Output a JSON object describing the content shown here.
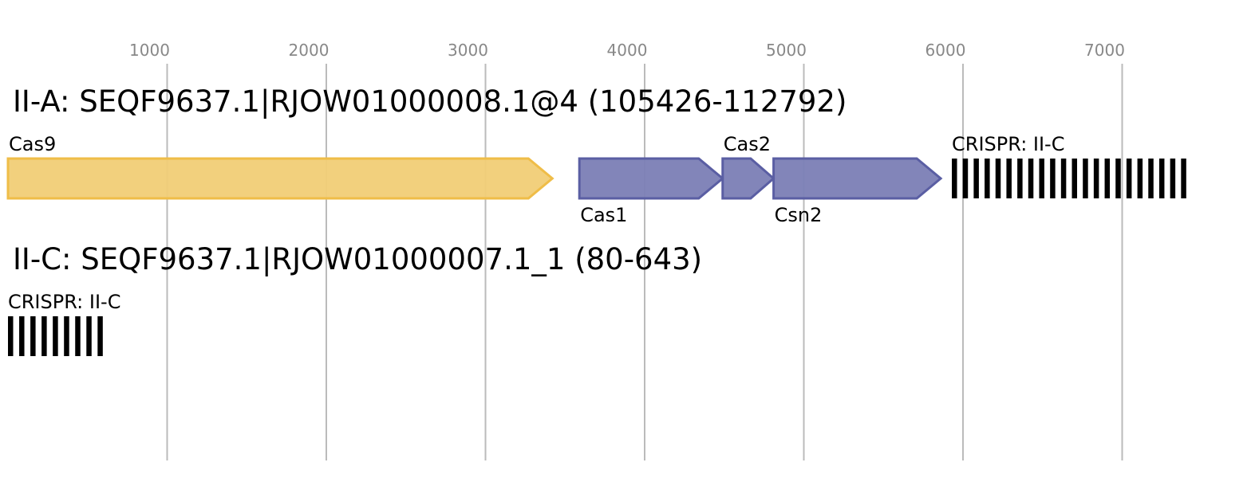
{
  "axis": {
    "ticks": [
      {
        "value": 1000,
        "label": "1000"
      },
      {
        "value": 2000,
        "label": "2000"
      },
      {
        "value": 3000,
        "label": "3000"
      },
      {
        "value": 4000,
        "label": "4000"
      },
      {
        "value": 5000,
        "label": "5000"
      },
      {
        "value": 6000,
        "label": "6000"
      },
      {
        "value": 7000,
        "label": "7000"
      }
    ],
    "range": [
      0,
      7650
    ]
  },
  "colors": {
    "cas9_fill": "#f1cd76",
    "cas9_stroke": "#efbd48",
    "adapt_fill": "#7b7eb5",
    "adapt_stroke": "#5a5ea3",
    "crispr": "#000000",
    "grid": "#bbbbbb",
    "tick_text": "#888888"
  },
  "tracks": [
    {
      "title": "II-A: SEQF9637.1|RJOW01000008.1@4 (105426-112792)",
      "genes": [
        {
          "name": "Cas9",
          "start": 0,
          "end": 3420,
          "type": "effector",
          "label_pos": "above"
        },
        {
          "name": "Cas1",
          "start": 3590,
          "end": 4490,
          "type": "adaptation",
          "label_pos": "below"
        },
        {
          "name": "Cas2",
          "start": 4490,
          "end": 4810,
          "type": "adaptation",
          "label_pos": "above"
        },
        {
          "name": "Csn2",
          "start": 4810,
          "end": 5860,
          "type": "adaptation",
          "label_pos": "below"
        }
      ],
      "crispr": {
        "label": "CRISPR: II-C",
        "start": 5930,
        "end": 7370,
        "repeats": 22
      }
    },
    {
      "title": "II-C: SEQF9637.1|RJOW01000007.1_1 (80-643)",
      "genes": [],
      "crispr": {
        "label": "CRISPR: II-C",
        "start": 0,
        "end": 563,
        "repeats": 9
      }
    }
  ]
}
